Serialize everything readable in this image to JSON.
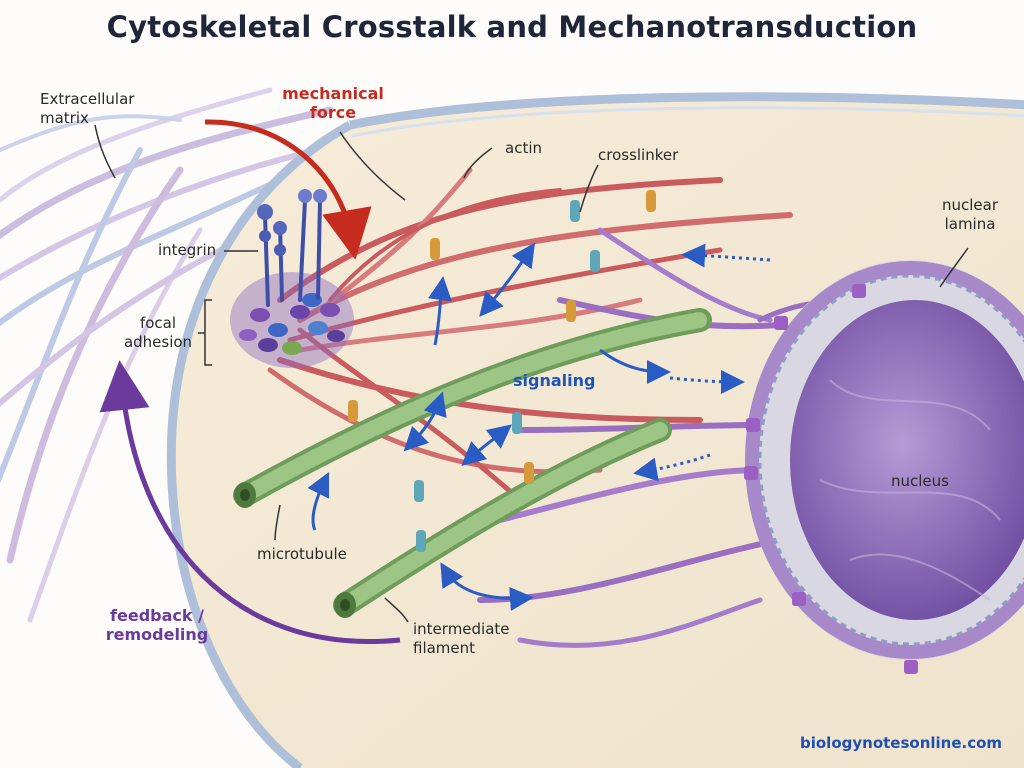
{
  "title": "Cytoskeletal Crosstalk and Mechanotransduction",
  "labels": {
    "ecm": "Extracellular\nmatrix",
    "mechanical_force": "mechanical\nforce",
    "actin": "actin",
    "crosslinker": "crosslinker",
    "nuclear_lamina": "nuclear\nlamina",
    "integrin": "integrin",
    "focal_adhesion": "focal\nadhesion",
    "signaling": "signaling",
    "nucleus": "nucleus",
    "microtubule": "microtubule",
    "intermediate_filament": "intermediate\nfilament",
    "feedback": "feedback /\nremodeling"
  },
  "watermark": "biologynotesonline.com",
  "colors": {
    "actin": "#c95a5e",
    "microtubule": "#7aaa64",
    "intermediate_filament": "#9a6fc1",
    "nucleus": "#8a68b8",
    "force_arrow": "#c52b1f",
    "signal_arrow": "#2a5cc4",
    "feedback_arrow": "#6a3a9c",
    "integrin": "#3e4fa8"
  }
}
